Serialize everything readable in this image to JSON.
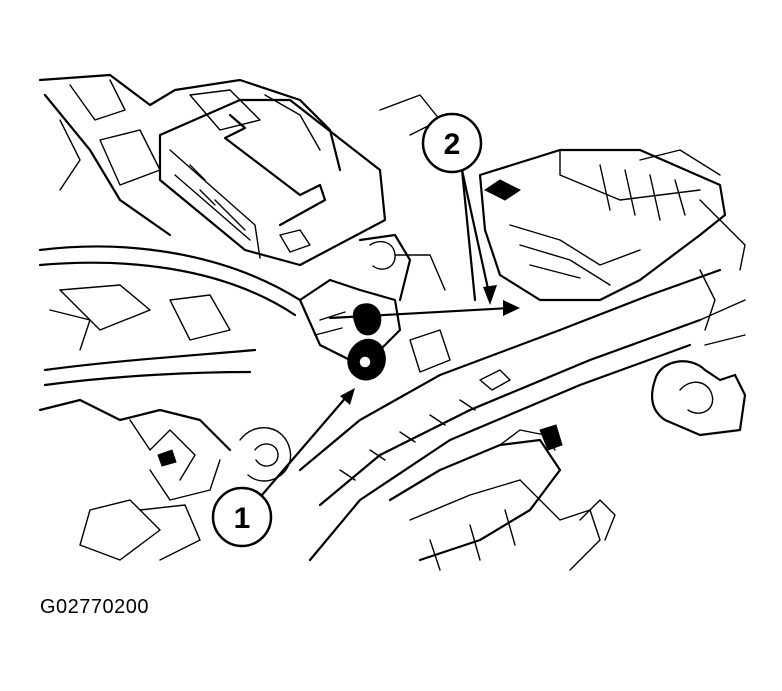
{
  "figure": {
    "code": "G02770200",
    "callouts": [
      {
        "number": "1"
      },
      {
        "number": "2"
      }
    ]
  },
  "colors": {
    "ink": "#000000",
    "paper": "#ffffff"
  }
}
